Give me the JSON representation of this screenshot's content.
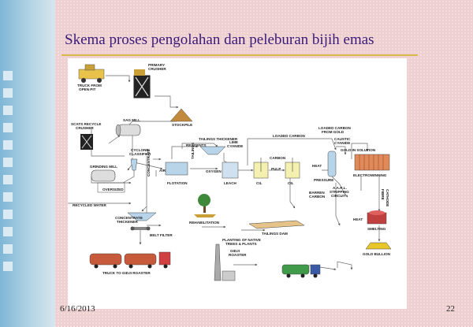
{
  "slide": {
    "title": "Skema proses pengolahan dan peleburan bijih emas",
    "date": "6/16/2013",
    "page_number": "22"
  },
  "colors": {
    "title": "#3a1a7a",
    "rule": "#d8b84a",
    "background": "#efd0d0",
    "flow": "#555555"
  },
  "labels": {
    "truck_open_pit_1": "TRUCK FROM",
    "truck_open_pit_2": "OPEN PIT",
    "primary_crusher_1": "PRIMARY",
    "primary_crusher_2": "CRUSHER",
    "stockpile": "STOCKPILE",
    "sag_mill": "SAG MILL",
    "scats_1": "SCATS RECYCLE",
    "scats_2": "CRUSHER",
    "cyclone_1": "CYCLONE",
    "cyclone_2": "CLASSIFIER",
    "grinding_mill": "GRINDING MILL",
    "oversized": "OVERSIZED",
    "recycled_water": "RECYCLED WATER",
    "reagents": "REAGENTS",
    "air": "AIR",
    "flotation": "FLOTATION",
    "concentrate": "CONCENTRATE",
    "tailings_thickener": "TAILINGS THICKENER",
    "tailings": "TAILINGS",
    "lime_1": "LIME",
    "lime_2": "CYANIDE",
    "oxygen": "OXYGEN",
    "leach": "LEACH",
    "cil_1": "CIL",
    "cil_2": "CIL",
    "carbon": "CARBON",
    "pulp": "PULP",
    "loaded_carbon": "LOADED CARBON",
    "loaded_carbon_gold_1": "LOADED CARBON",
    "loaded_carbon_gold_2": "FROM GOLD",
    "caustic_1": "CAUSTIC",
    "caustic_2": "CYANIDE",
    "gold_solution": "GOLD IN SOLUTION",
    "heat": "HEAT",
    "pressure": "PRESSURE",
    "barren_1": "BARREN",
    "barren_2": "CARBON",
    "aarl_1": "A.A.R.L.",
    "aarl_2": "STRIPPING",
    "aarl_3": "CIRCUIT",
    "electrowinning": "ELECTROWINNING",
    "cathode_1": "CATHODE",
    "cathode_2": "FIBRE",
    "heat2": "HEAT",
    "smelting": "SMELTING",
    "gold_bullion": "GOLD BULLION",
    "concentrate_thickener_1": "CONCENTRATE",
    "concentrate_thickener_2": "THICKENER",
    "belt_filter": "BELT FILTER",
    "rehabilitation": "REHABILITATION",
    "tailings_dam": "TAILINGS DAM",
    "planting_1": "PLANTING OF NATIVE",
    "planting_2": "TREES & PLANTS",
    "truck_gidji": "TRUCK TO GIDJI ROASTER",
    "gidji_1": "GIDJI",
    "gidji_2": "ROASTER"
  }
}
